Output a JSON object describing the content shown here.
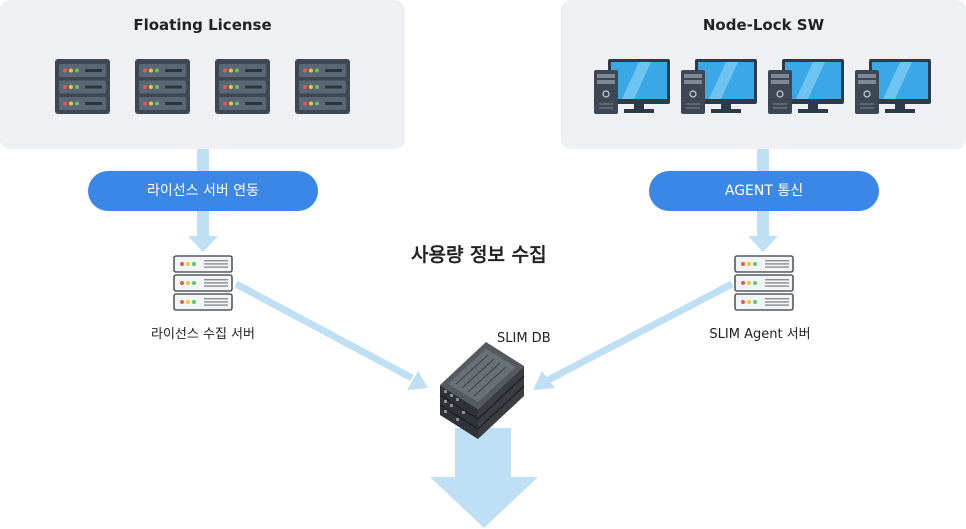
{
  "left_panel": {
    "title": "Floating License",
    "server_count": 4
  },
  "right_panel": {
    "title": "Node-Lock SW",
    "pc_count": 4
  },
  "left_pill": "라이선스 서버 연동",
  "right_pill": "AGENT 통신",
  "center_heading": "사용량 정보 수집",
  "left_server_label": "라이선스 수집 서버",
  "right_server_label": "SLIM Agent 서버",
  "db_label": "SLIM DB",
  "colors": {
    "panel": "#eef0f3",
    "pill": "#3b87e8",
    "arrow": "#bfdff5"
  }
}
